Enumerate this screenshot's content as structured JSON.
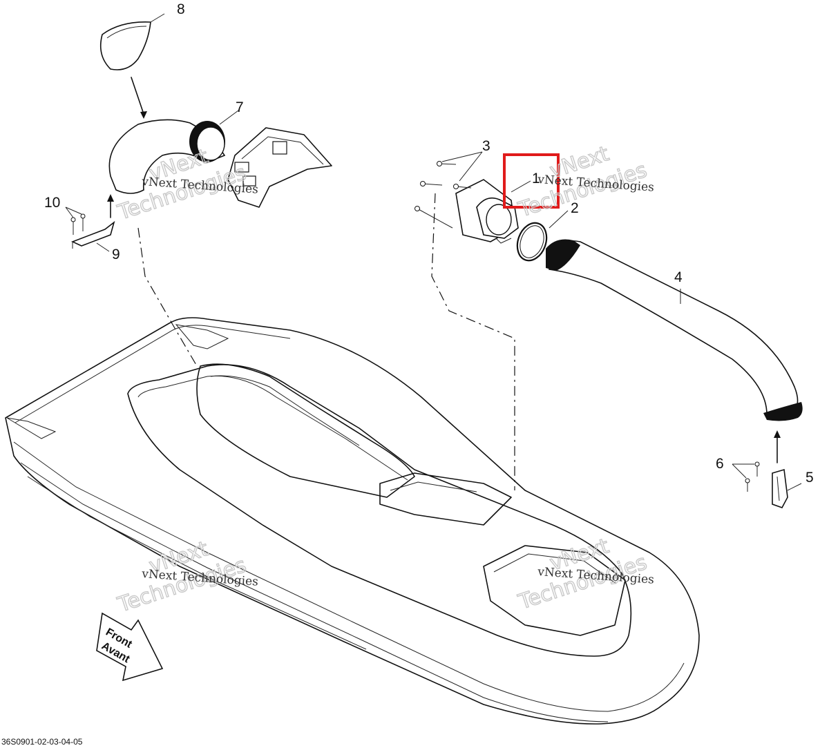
{
  "diagram": {
    "callouts": [
      {
        "id": "1",
        "label": "1"
      },
      {
        "id": "2",
        "label": "2"
      },
      {
        "id": "3",
        "label": "3"
      },
      {
        "id": "4",
        "label": "4"
      },
      {
        "id": "5",
        "label": "5"
      },
      {
        "id": "6",
        "label": "6"
      },
      {
        "id": "7",
        "label": "7"
      },
      {
        "id": "8",
        "label": "8"
      },
      {
        "id": "9",
        "label": "9"
      },
      {
        "id": "10",
        "label": "10"
      }
    ],
    "front_arrow": {
      "line1": "Front",
      "line2": "Avant"
    },
    "drawing_code": "36S0901-02-03-04-05",
    "watermark": {
      "text": "vNext Technologies",
      "line1": "vNext",
      "line2": "Technologies"
    },
    "highlight_color": "#e01b1b"
  }
}
